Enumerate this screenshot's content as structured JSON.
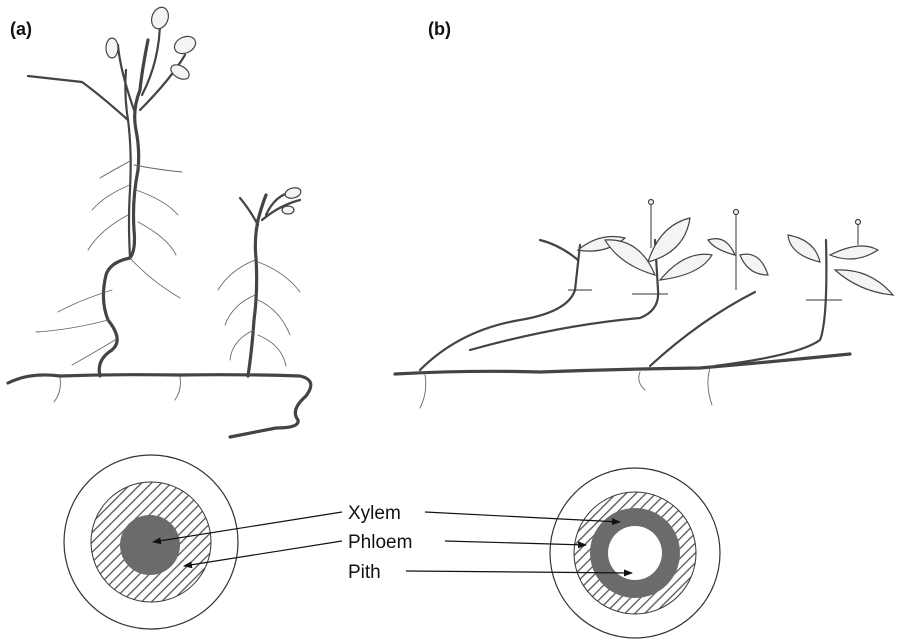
{
  "panels": {
    "a": {
      "label": "(a)"
    },
    "b": {
      "label": "(b)"
    }
  },
  "legend": {
    "xylem": "Xylem",
    "phloem": "Phloem",
    "pith": "Pith"
  },
  "colors": {
    "xylem_fill": "#6b6b6b",
    "phloem_hatch": "#555555",
    "outline": "#333333",
    "pith_fill": "#ffffff"
  }
}
